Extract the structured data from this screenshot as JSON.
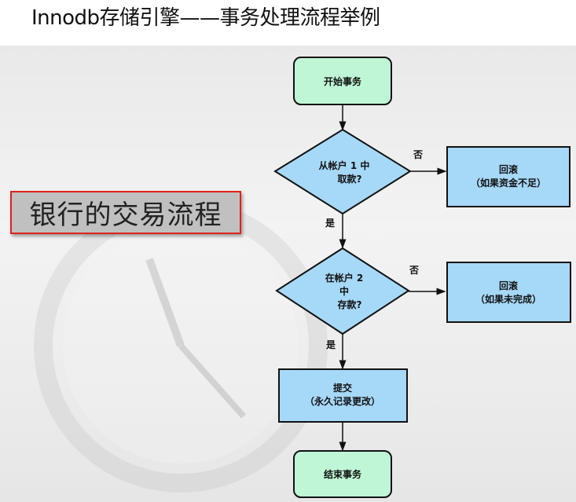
{
  "title": "Innodb存储引擎——事务处理流程举例",
  "side_label": "银行的交易流程",
  "colors": {
    "start_end": "#bff7d6",
    "process": "#a6d8f8",
    "label_border": "#e0201c"
  },
  "flow": {
    "start": "开始事务",
    "decision1": {
      "line1": "从帐户 1 中",
      "line2": "取款?"
    },
    "no1": "否",
    "yes1": "是",
    "rollback1": {
      "line1": "回滚",
      "line2": "（如果资金不足）"
    },
    "decision2": {
      "line1": "在帐户 2",
      "line2": "中",
      "line3": "存款?"
    },
    "no2": "否",
    "yes2": "是",
    "rollback2": {
      "line1": "回滚",
      "line2": "（如果未完成）"
    },
    "commit": {
      "line1": "提交",
      "line2": "（永久记录更改）"
    },
    "end": "结束事务"
  }
}
